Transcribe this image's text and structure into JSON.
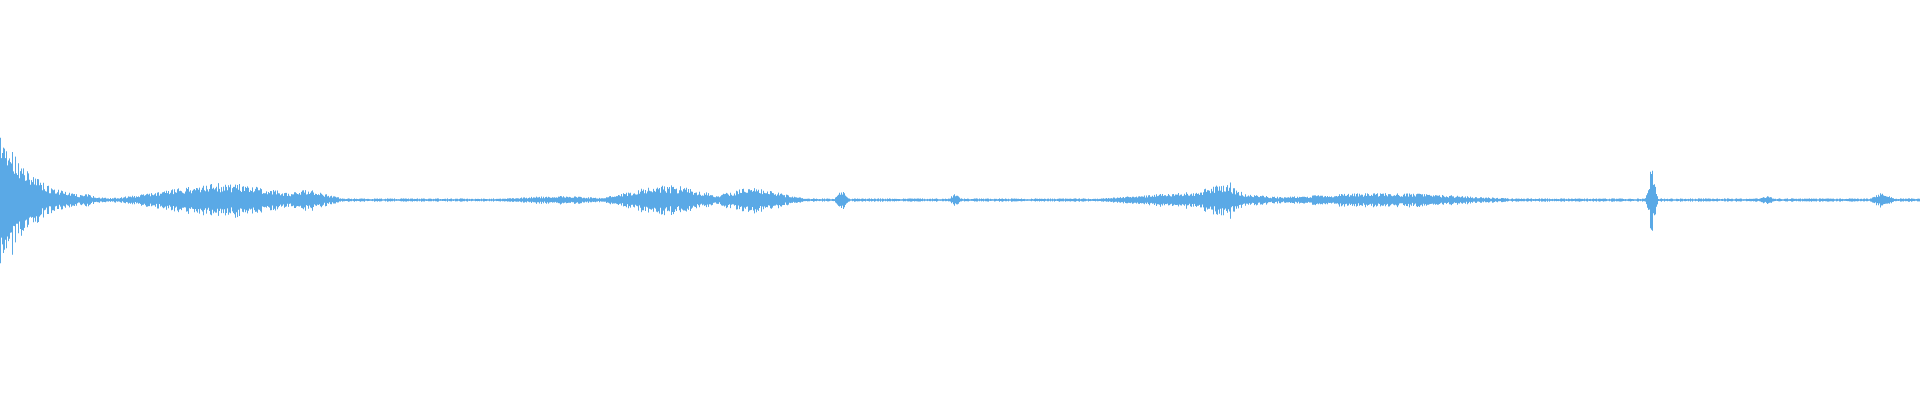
{
  "waveform": {
    "color": "#5aa9e6",
    "baseline_level": 0.008,
    "bursts": [
      {
        "time": 0.0,
        "peak": 0.36,
        "spread": 0.016,
        "shape": "decay"
      },
      {
        "time": 0.045,
        "peak": 0.03,
        "spread": 0.004,
        "shape": "spike"
      },
      {
        "time": 0.115,
        "peak": 0.085,
        "spread": 0.028,
        "shape": "bell"
      },
      {
        "time": 0.16,
        "peak": 0.05,
        "spread": 0.01,
        "shape": "bell"
      },
      {
        "time": 0.29,
        "peak": 0.02,
        "spread": 0.02,
        "shape": "bell"
      },
      {
        "time": 0.347,
        "peak": 0.075,
        "spread": 0.018,
        "shape": "bell"
      },
      {
        "time": 0.392,
        "peak": 0.06,
        "spread": 0.014,
        "shape": "bell"
      },
      {
        "time": 0.438,
        "peak": 0.05,
        "spread": 0.002,
        "shape": "spike"
      },
      {
        "time": 0.497,
        "peak": 0.03,
        "spread": 0.002,
        "shape": "spike"
      },
      {
        "time": 0.6,
        "peak": 0.03,
        "spread": 0.002,
        "shape": "spike"
      },
      {
        "time": 0.625,
        "peak": 0.04,
        "spread": 0.03,
        "shape": "bell"
      },
      {
        "time": 0.635,
        "peak": 0.08,
        "spread": 0.01,
        "shape": "bell"
      },
      {
        "time": 0.64,
        "peak": 0.1,
        "spread": 0.002,
        "shape": "spike"
      },
      {
        "time": 0.72,
        "peak": 0.035,
        "spread": 0.04,
        "shape": "bell"
      },
      {
        "time": 0.86,
        "peak": 0.16,
        "spread": 0.0015,
        "shape": "spike"
      },
      {
        "time": 0.92,
        "peak": 0.02,
        "spread": 0.003,
        "shape": "spike"
      },
      {
        "time": 0.98,
        "peak": 0.035,
        "spread": 0.004,
        "shape": "spike"
      }
    ]
  }
}
